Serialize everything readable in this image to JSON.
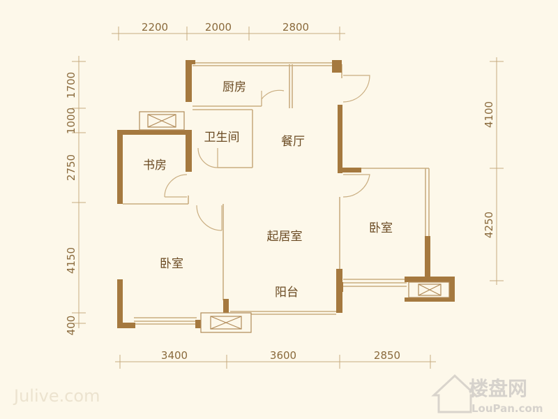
{
  "dimensions": {
    "top": [
      "2200",
      "2000",
      "2800"
    ],
    "bottom": [
      "3400",
      "3600",
      "2850"
    ],
    "left": [
      "1700",
      "1000",
      "2750",
      "4150",
      "400"
    ],
    "right": [
      "4100",
      "4250"
    ]
  },
  "rooms": {
    "kitchen": "厨房",
    "bathroom": "卫生间",
    "dining": "餐厅",
    "study": "书房",
    "living": "起居室",
    "bedroom_left": "卧室",
    "bedroom_right": "卧室",
    "balcony": "阳台"
  },
  "watermark": {
    "left": "Julive.com",
    "brand_cn": "楼盘网",
    "brand_en": "LouPan.com"
  },
  "colors": {
    "wall": "#a5793f",
    "thin_line": "#c9ad80",
    "dim_line": "#c7ab80",
    "text": "#6a4a22",
    "background": "#fdf8ea"
  }
}
